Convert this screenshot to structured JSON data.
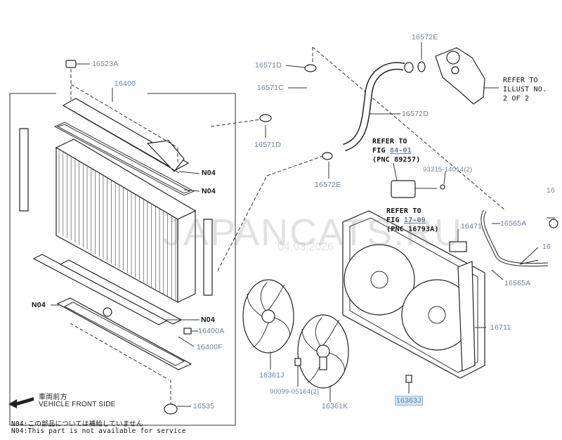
{
  "parts": {
    "p16523A": "16523A",
    "p16400": "16400",
    "p16571D_top": "16571D",
    "p16571C": "16571C",
    "p16571D_bot": "16571D",
    "p16572E_top": "16572E",
    "p16572D": "16572D",
    "p16572E_bot": "16572E",
    "p93315": "93315-14014(2)",
    "p16471": "16471",
    "p16565A_top": "16565A",
    "p16565A_bot": "16565A",
    "p16711": "16711",
    "p16400A": "16400A",
    "p16400F": "16400F",
    "p16361J": "16361J",
    "p90099": "90099-05164(2)",
    "p16361K": "16361K",
    "p16363J": "16363J",
    "p16535": "16535",
    "p16_cut": "16",
    "p16_cut2": "16"
  },
  "markers": {
    "n04_a": "N04",
    "n04_b": "N04",
    "n04_c": "N04",
    "n04_d": "N04"
  },
  "refs": {
    "illust_1": "REFER TO",
    "illust_2": "ILLUST NO.",
    "illust_3": "2 OF 2",
    "fig84_1": "REFER TO",
    "fig84_2a": "FIG ",
    "fig84_2b": "84-01",
    "fig84_3": "(PNC 89257)",
    "fig17_1": "REFER TO",
    "fig17_2a": "FIG ",
    "fig17_2b": "17-09",
    "fig17_3": "(PNC 16793A)"
  },
  "legend": {
    "front_jp": "車両前方",
    "front_en": "VEHICLE FRONT SIDE",
    "note_jp": "N04:この部品については補給していません",
    "note_en": "N04:This part is not available for service"
  },
  "watermark": {
    "site": "JAPANCATS.RU",
    "date": "04.03.2026"
  }
}
